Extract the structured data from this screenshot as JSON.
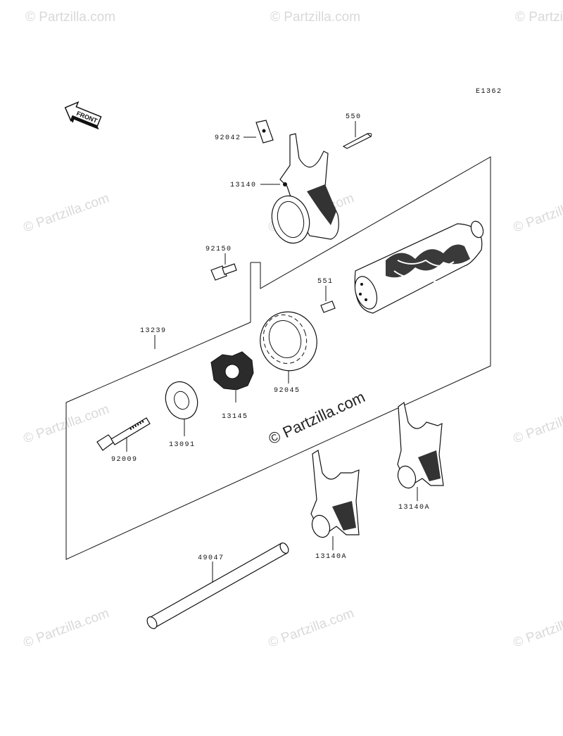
{
  "diagram_code": "E1362",
  "front_label": "FRONT",
  "watermark": "© Partzilla.com",
  "center_watermark": "© Partzilla.com",
  "parts": {
    "p92042": "92042",
    "p550": "550",
    "p13140": "13140",
    "p92150": "92150",
    "p551": "551",
    "p13239": "13239",
    "p92045": "92045",
    "p13145": "13145",
    "p13091": "13091",
    "p92009": "92009",
    "p13140A_right": "13140A",
    "p13140A_left": "13140A",
    "p49047": "49047"
  }
}
